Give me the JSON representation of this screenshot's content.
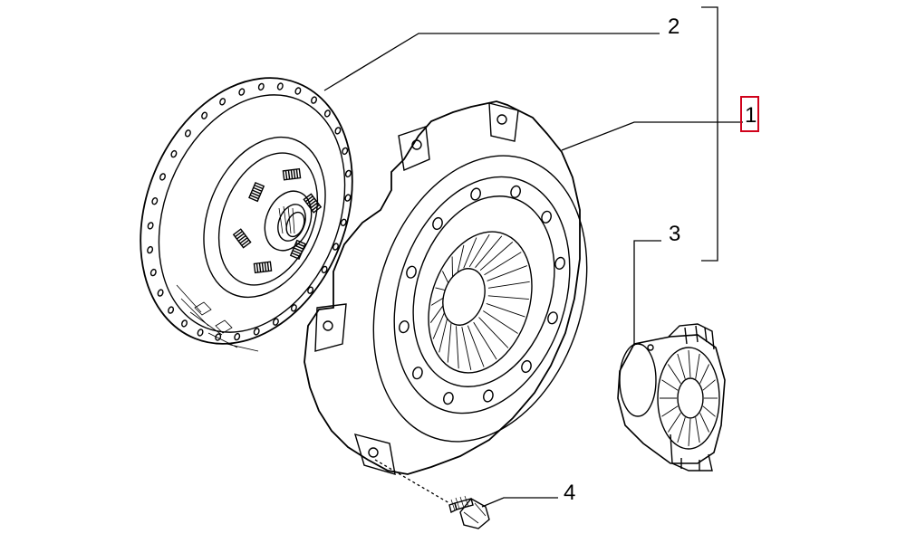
{
  "callouts": {
    "assembly": "1",
    "clutch_disc": "2",
    "release_bearing": "3",
    "bolt": "4"
  },
  "colors": {
    "line": "#000000",
    "highlight": "#d0021b",
    "background": "#ffffff"
  },
  "highlighted_callout": "1"
}
